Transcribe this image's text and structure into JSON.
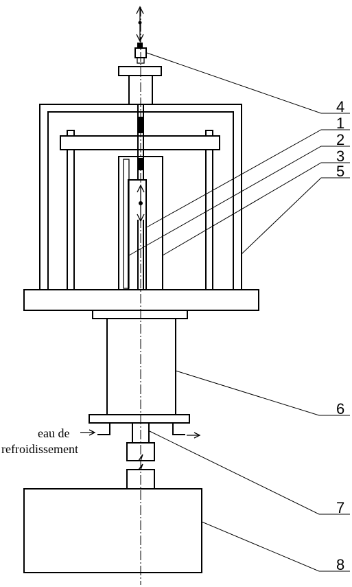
{
  "callouts": {
    "c4": "4",
    "c1": "1",
    "c2": "2",
    "c3": "3",
    "c5": "5",
    "c6": "6",
    "c7": "7",
    "c8": "8"
  },
  "cooling_label": {
    "line1": "eau de",
    "line2": "refroidissement"
  }
}
